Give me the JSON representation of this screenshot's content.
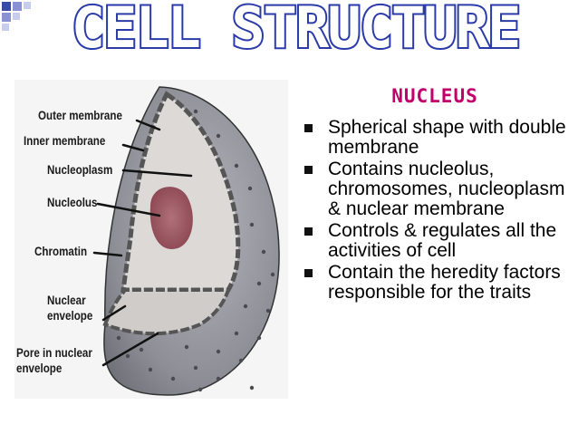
{
  "title": "CELL STRUCTURE",
  "heading": "NUCLEUS",
  "bullets": [
    "Spherical shape with double membrane",
    "Contains nucleolus, chromosomes, nucleoplasm & nuclear membrane",
    "Controls & regulates all the activities of cell",
    "Contain the heredity factors responsible for the traits"
  ],
  "labels": {
    "outer_membrane": "Outer membrane",
    "inner_membrane": "Inner membrane",
    "nucleoplasm": "Nucleoplasm",
    "nucleolus": "Nucleolus",
    "chromatin": "Chromatin",
    "nuclear_envelope_1": "Nuclear",
    "nuclear_envelope_2": "envelope",
    "pore_1": "Pore in nuclear",
    "pore_2": "envelope"
  },
  "colors": {
    "title_fill": "#ffffff",
    "title_outline": "#2a3aa8",
    "heading": "#c0006a",
    "sphere": "#8e8f97",
    "cut_face": "#d9d6d4",
    "nucleolus": "#9a5660"
  }
}
